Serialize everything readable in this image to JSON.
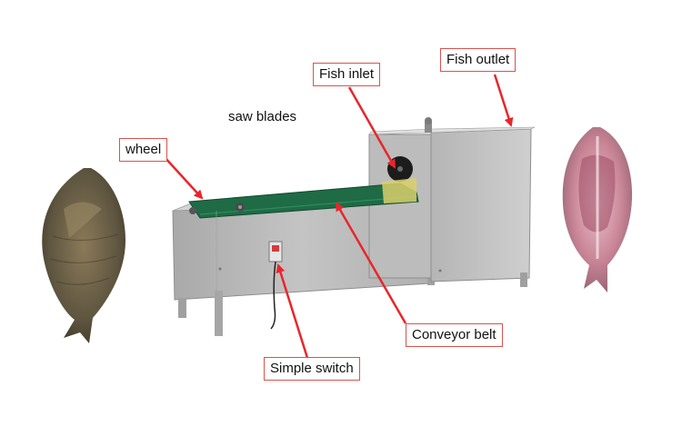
{
  "labels": {
    "fish_inlet": "Fish inlet",
    "fish_outlet": "Fish outlet",
    "saw_blades": "saw blades",
    "wheel": "wheel",
    "conveyor_belt": "Conveyor belt",
    "simple_switch": "Simple switch"
  },
  "colors": {
    "arrow": "#e8262b",
    "callout_border": "#d9534f",
    "machine_body": "#b8b8b8",
    "belt": "#1f6b46"
  }
}
